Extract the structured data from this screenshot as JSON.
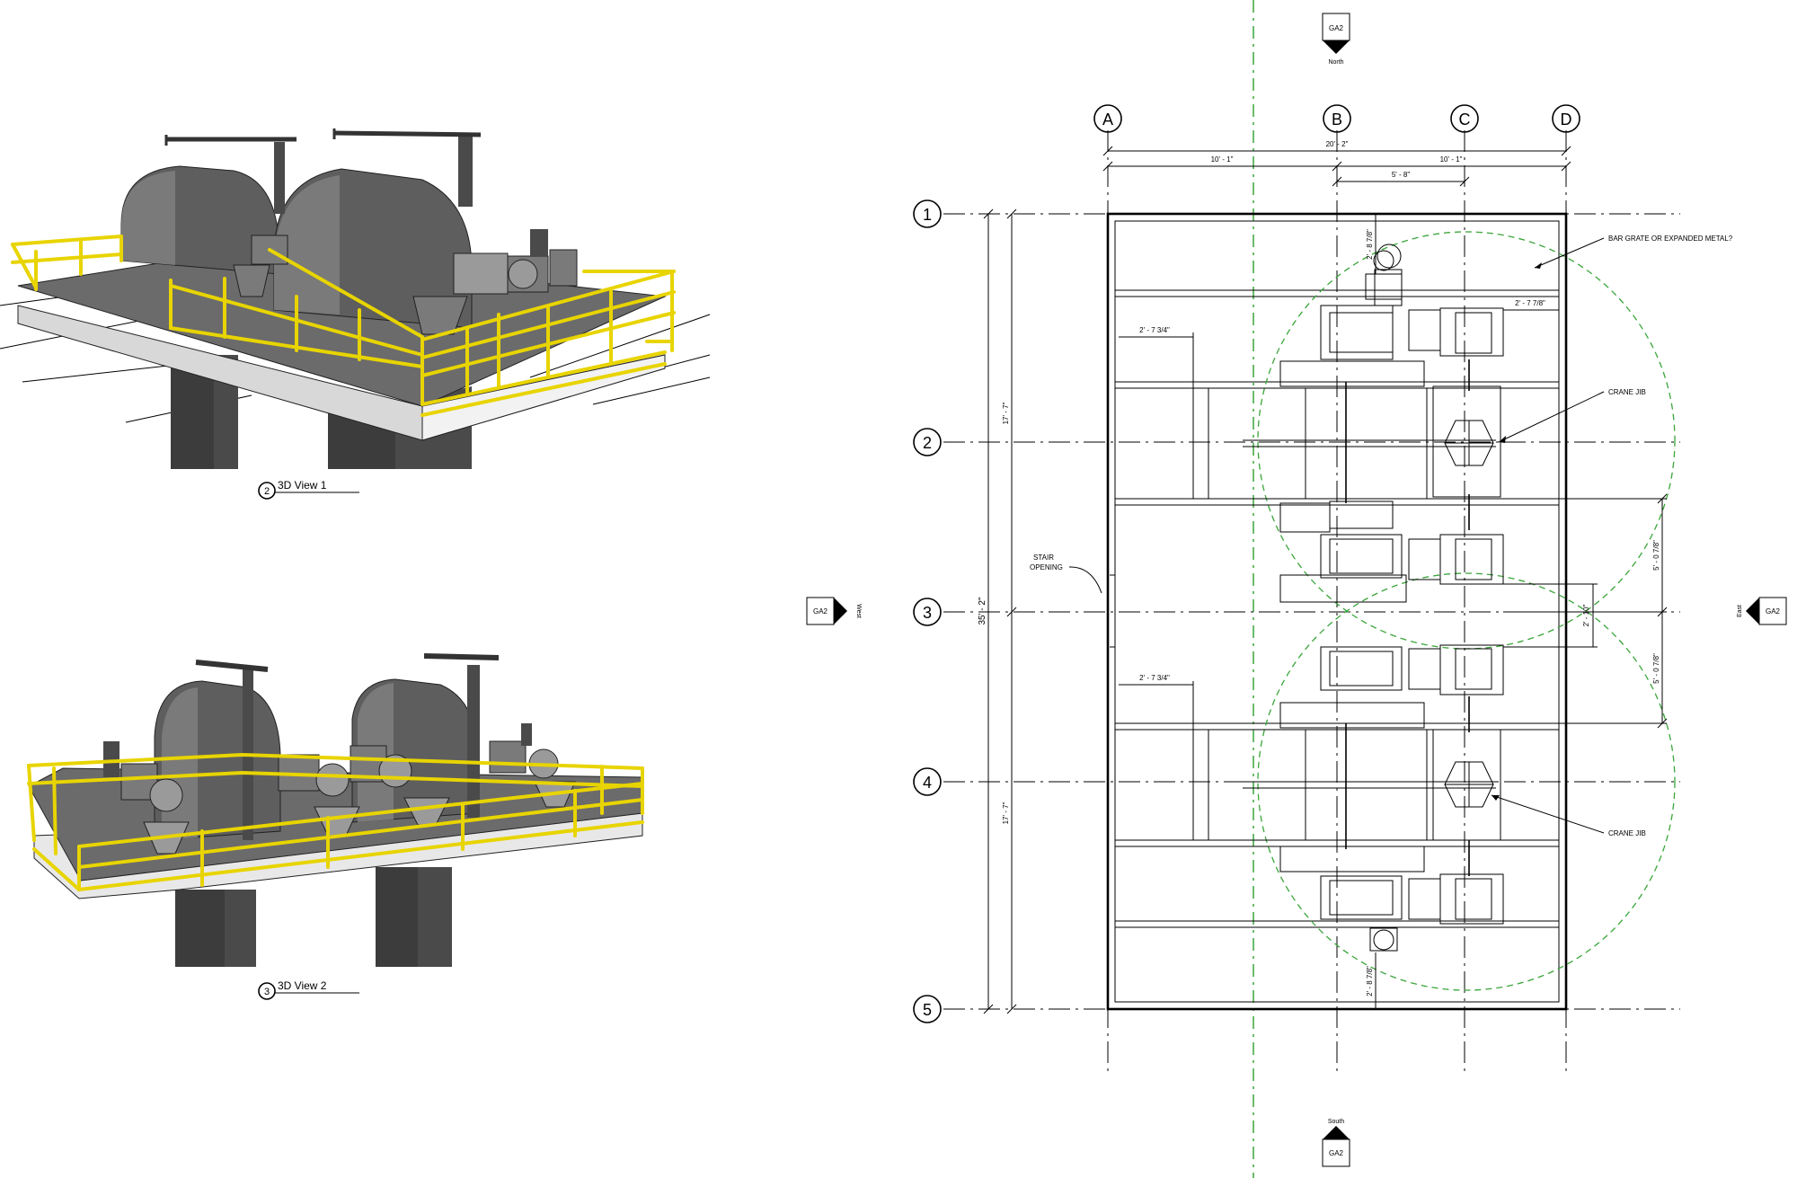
{
  "views": {
    "view1": {
      "number": "2",
      "title": "3D View 1"
    },
    "view2": {
      "number": "3",
      "title": "3D View 2"
    }
  },
  "grid": {
    "columns": [
      "A",
      "B",
      "C",
      "D"
    ],
    "rows": [
      "1",
      "2",
      "3",
      "4",
      "5"
    ]
  },
  "dimensions": {
    "overall_width": "20' - 2\"",
    "left_bay": "10' - 1\"",
    "right_bay": "10' - 1\"",
    "bc_offset": "5' - 8\"",
    "overall_length": "35' - 2\"",
    "bay_upper": "17' - 7\"",
    "bay_lower": "17' - 7\"",
    "top_clear": "2' - 8 7/8\"",
    "bottom_clear": "2' - 8 7/8\"",
    "right_offset": "2' - 7 7/8\"",
    "left_offset_upper": "2' - 7 3/4\"",
    "left_offset_lower": "2' - 7 3/4\"",
    "span_upper": "5' - 0 7/8\"",
    "span_lower": "5' - 0 7/8\"",
    "mid_gap": "2' - 10\""
  },
  "notes": {
    "bar_grate": "BAR GRATE OR EXPANDED METAL?",
    "crane_jib_upper": "CRANE JIB",
    "crane_jib_lower": "CRANE JIB",
    "stair_line1": "STAIR",
    "stair_line2": "OPENING"
  },
  "section_marks": {
    "north": {
      "ref": "GA2",
      "label": "North"
    },
    "south": {
      "ref": "GA2",
      "label": "South"
    },
    "west": {
      "ref": "GA2",
      "label": "West"
    },
    "east": {
      "ref": "GA2",
      "label": "East"
    }
  }
}
